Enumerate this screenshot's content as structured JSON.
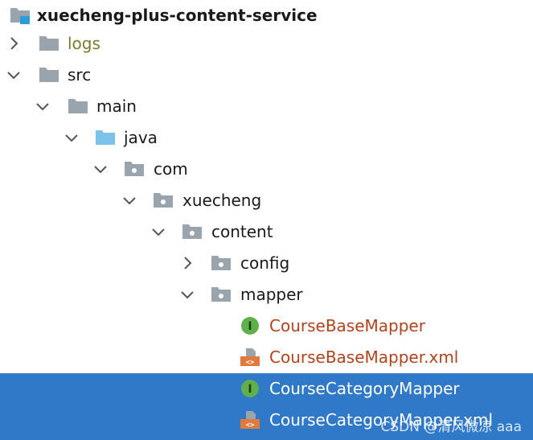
{
  "tree": {
    "root": "xuecheng-plus-content-service",
    "logs": "logs",
    "src": "src",
    "main": "main",
    "java": "java",
    "com": "com",
    "xuecheng": "xuecheng",
    "content": "content",
    "config": "config",
    "mapper": "mapper",
    "course_base_mapper": "CourseBaseMapper",
    "course_base_mapper_xml": "CourseBaseMapper.xml",
    "course_category_mapper": "CourseCategoryMapper",
    "course_category_mapper_xml": "CourseCategoryMapper.xml"
  },
  "icons": {
    "interface_badge": "I",
    "xml_badge": "<>"
  },
  "watermark": "CSDN @清风微凉 aaa",
  "colors": {
    "selection": "#2f79c8",
    "interface_icon": "#5fb04a",
    "xml_icon": "#e07a3f",
    "folder": "#9aa4ad",
    "source_folder": "#7cc3ea",
    "project_icon": "#2f9ad8",
    "excluded_text": "#7b7b2f",
    "modified_text": "#b0431c"
  }
}
